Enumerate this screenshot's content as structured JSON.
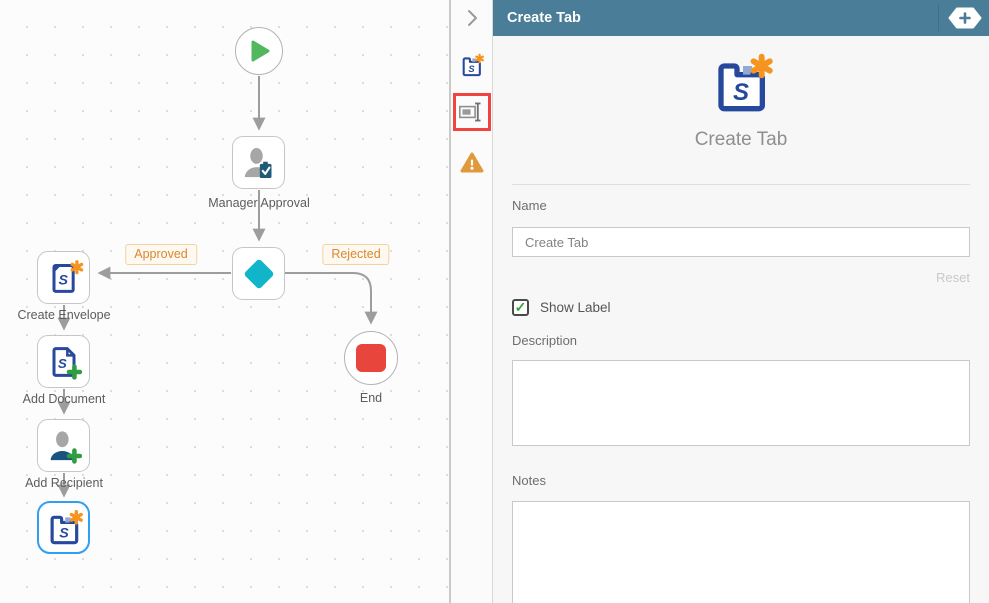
{
  "canvas": {
    "nodes": {
      "manager_approval_label": "Manager Approval",
      "end_label": "End",
      "create_envelope_label": "Create Envelope",
      "add_document_label": "Add Document",
      "add_recipient_label": "Add Recipient"
    },
    "edge_labels": {
      "approved": "Approved",
      "rejected": "Rejected"
    }
  },
  "panel": {
    "header": {
      "title": "Create Tab",
      "add_icon": "add-plus-icon"
    },
    "tabstrip": {
      "collapse_icon": "chevron-right-icon",
      "tabs": [
        {
          "icon": "create-tab-icon"
        },
        {
          "icon": "rename-icon",
          "highlighted": true
        },
        {
          "icon": "warning-icon"
        }
      ]
    },
    "summary": {
      "icon": "create-tab-icon",
      "title": "Create Tab"
    },
    "form": {
      "name_label": "Name",
      "name_value": "Create Tab",
      "reset_label": "Reset",
      "show_label_label": "Show Label",
      "show_label_checked": true,
      "check_glyph": "✓",
      "description_label": "Description",
      "description_value": "",
      "notes_label": "Notes",
      "notes_value": ""
    }
  },
  "icons": {
    "s_glyph": "S"
  },
  "colors": {
    "header_teal": "#4a7d97",
    "icon_blue": "#27499d",
    "icon_orange": "#f5941f",
    "start_green": "#52b860",
    "end_red": "#e8453c",
    "decision_teal": "#10b5c9",
    "selection_blue": "#2f9ff0",
    "warning_orange": "#e09a3b",
    "edge_label_orange": "#d8882f",
    "plus_green": "#2e9e40",
    "check_green": "#33a532",
    "highlight_red": "#f04440",
    "connector_gray": "#9d9d9d"
  }
}
